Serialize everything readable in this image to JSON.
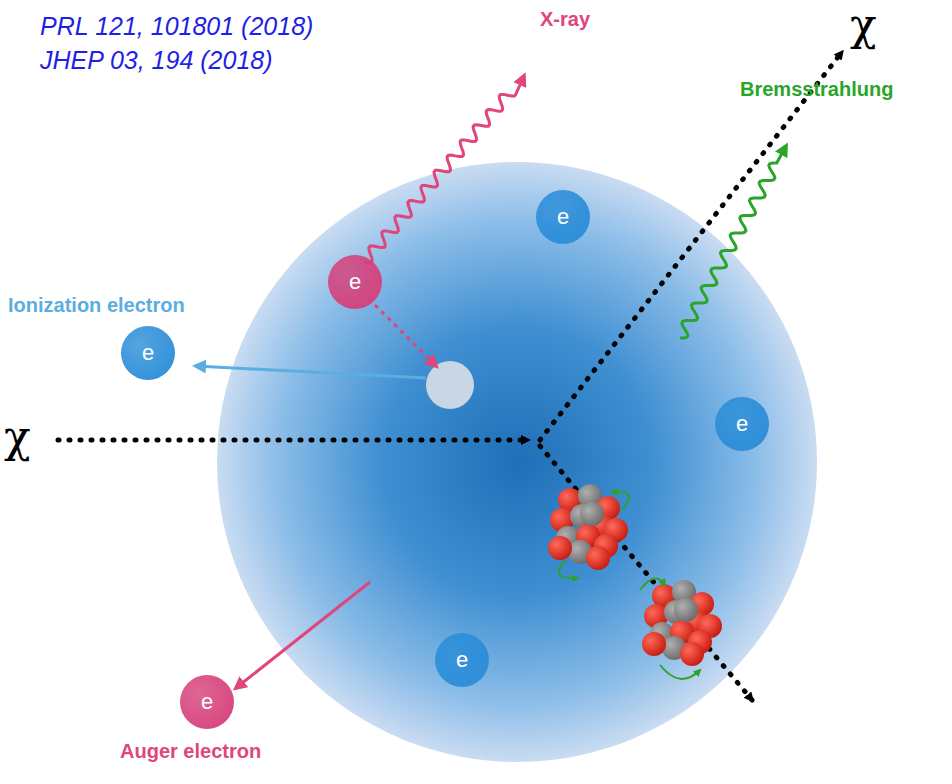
{
  "diagram": {
    "nodes": [
      {
        "text": [
          "e"
        ]
      },
      {
        "text": [
          "e"
        ]
      },
      {
        "text": [
          "e"
        ]
      },
      {
        "text": [
          "e"
        ]
      },
      {
        "text": [
          "e"
        ]
      },
      {
        "text": [
          "e"
        ]
      }
    ],
    "labels": [
      "PRL 121, 101801 (2018)",
      "JHEP 03, 194 (2018)",
      "X-ray",
      "χ",
      "Bremsstrahlung",
      "Ionization electron",
      "χ",
      "Auger electron"
    ]
  }
}
